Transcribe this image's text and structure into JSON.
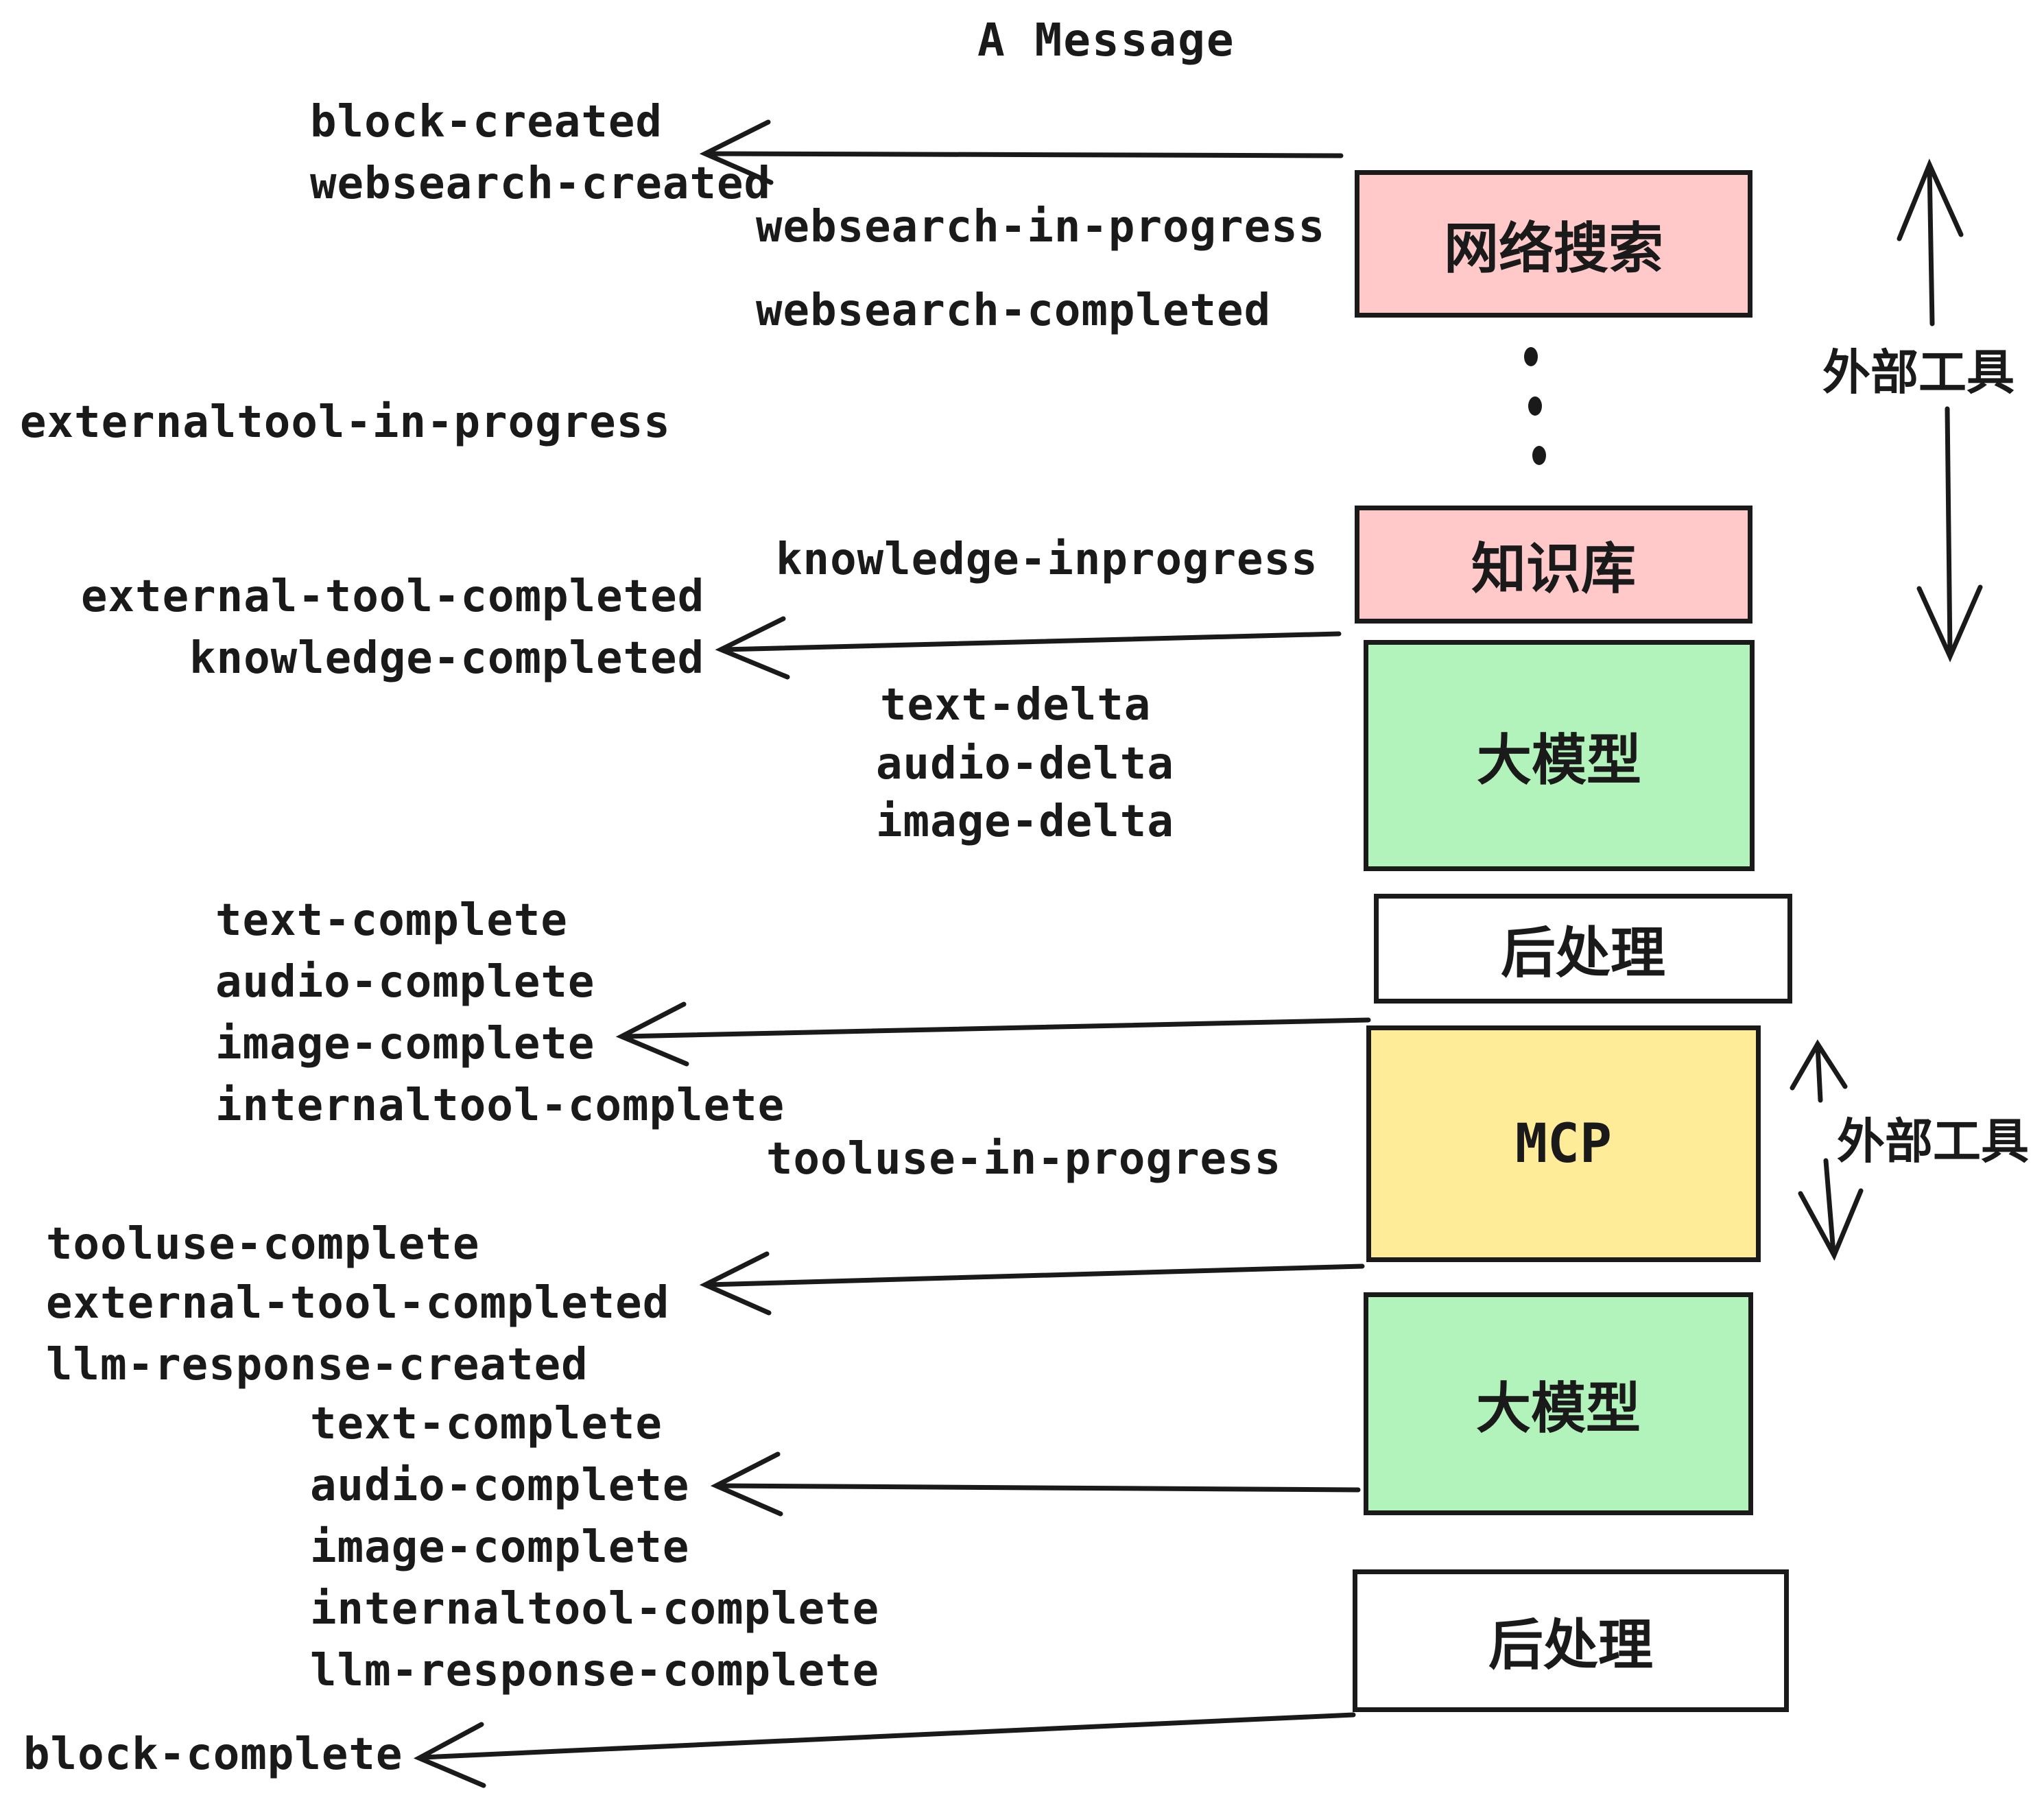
{
  "title": "A Message",
  "colors": {
    "ink": "#1a1a1a",
    "box_pink": "#ffc9c9",
    "box_green": "#b2f2bb",
    "box_yellow": "#ffec99",
    "box_white": "#ffffff"
  },
  "boxes": {
    "websearch": {
      "label": "网络搜索",
      "fill": "#ffc9c9"
    },
    "knowledge": {
      "label": "知识库",
      "fill": "#ffc9c9"
    },
    "llm_top": {
      "label": "大模型",
      "fill": "#b2f2bb"
    },
    "postprocess_top": {
      "label": "后处理",
      "fill": "#ffffff"
    },
    "mcp": {
      "label": "MCP",
      "fill": "#ffec99"
    },
    "llm_bottom": {
      "label": "大模型",
      "fill": "#b2f2bb"
    },
    "postprocess_bottom": {
      "label": "后处理",
      "fill": "#ffffff"
    }
  },
  "side_labels": {
    "external_tools_top": "外部工具",
    "external_tools_bottom": "外部工具"
  },
  "events": {
    "block_created": "block-created",
    "websearch_created": "websearch-created",
    "websearch_in_progress": "websearch-in-progress",
    "websearch_completed": "websearch-completed",
    "externaltool_in_progress": "externaltool-in-progress",
    "knowledge_inprogress": "knowledge-inprogress",
    "external_tool_completed": "external-tool-completed",
    "knowledge_completed": "knowledge-completed",
    "text_delta": "text-delta",
    "audio_delta": "audio-delta",
    "image_delta": "image-delta",
    "text_complete": "text-complete",
    "audio_complete": "audio-complete",
    "image_complete": "image-complete",
    "internaltool_complete": "internaltool-complete",
    "tooluse_in_progress": "tooluse-in-progress",
    "tooluse_complete": "tooluse-complete",
    "external_tool_completed_2": "external-tool-completed",
    "llm_response_created": "llm-response-created",
    "text_complete_2": "text-complete",
    "audio_complete_2": "audio-complete",
    "image_complete_2": "image-complete",
    "internaltool_complete_2": "internaltool-complete",
    "llm_response_complete": "llm-response-complete",
    "block_complete": "block-complete"
  }
}
